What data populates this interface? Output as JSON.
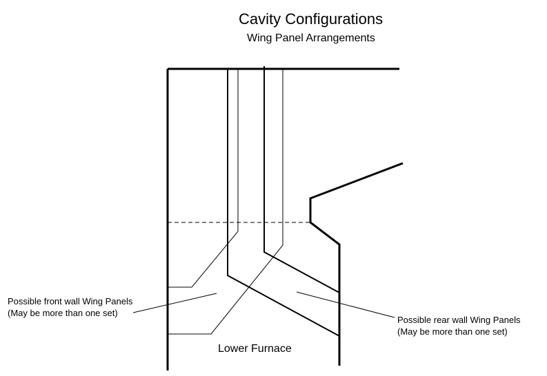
{
  "title": "Cavity Configurations",
  "subtitle": "Wing Panel Arrangements",
  "labels": {
    "front_wall": {
      "line1": "Possible front wall Wing Panels",
      "line2": "(May be more than one set)"
    },
    "rear_wall": {
      "line1": "Possible rear wall Wing Panels",
      "line2": "(May be more than one set)"
    },
    "lower_furnace": "Lower Furnace"
  },
  "colors": {
    "line": "#000000",
    "background": "#ffffff"
  }
}
